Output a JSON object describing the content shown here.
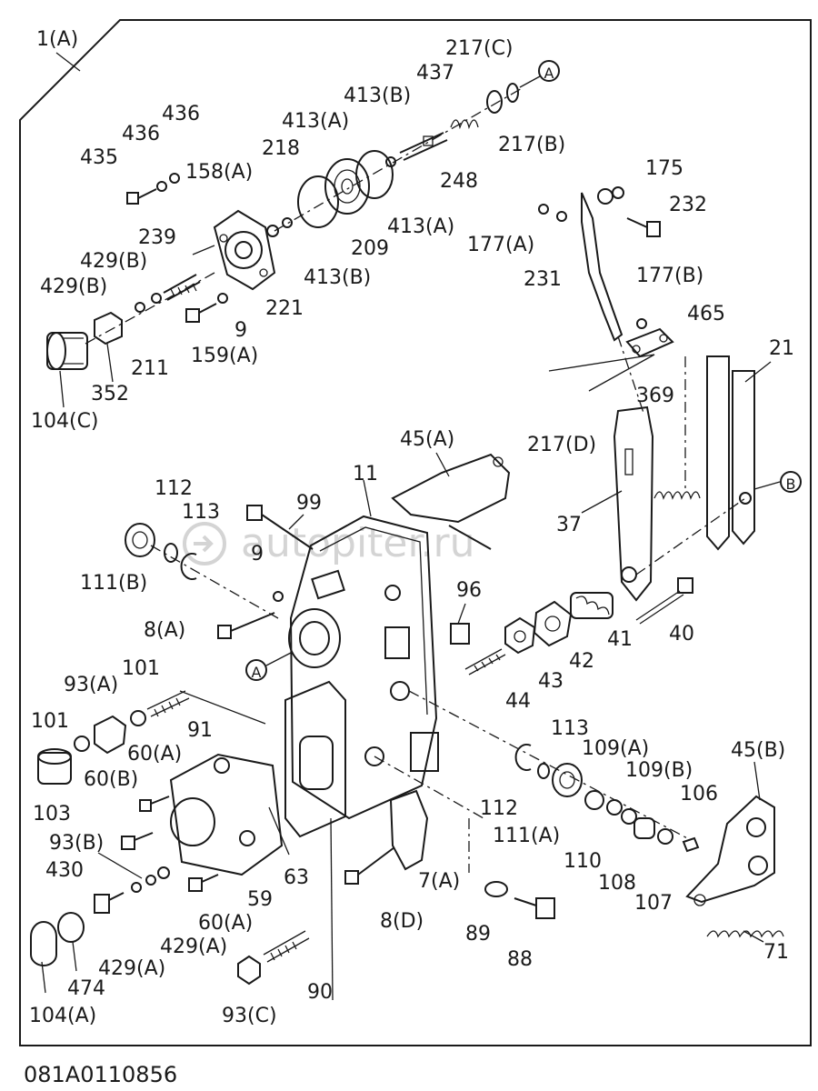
{
  "drawing_number": "081A0110856",
  "assembly_label": "1(A)",
  "watermark": "autopiter.ru",
  "ref_markers": [
    "A",
    "A",
    "B",
    "B"
  ],
  "callouts": [
    "217(C)",
    "437",
    "413(B)",
    "413(A)",
    "436",
    "436",
    "435",
    "218",
    "158(A)",
    "248",
    "217(B)",
    "413(A)",
    "209",
    "413(B)",
    "221",
    "239",
    "429(B)",
    "429(B)",
    "9",
    "211",
    "159(A)",
    "352",
    "104(C)",
    "175",
    "232",
    "177(A)",
    "231",
    "177(B)",
    "465",
    "21",
    "369",
    "217(D)",
    "45(A)",
    "112",
    "113",
    "99",
    "11",
    "111(B)",
    "9",
    "37",
    "96",
    "8(A)",
    "41",
    "40",
    "42",
    "43",
    "44",
    "101",
    "93(A)",
    "101",
    "91",
    "113",
    "109(A)",
    "60(A)",
    "109(B)",
    "45(B)",
    "60(B)",
    "103",
    "112",
    "106",
    "111(A)",
    "93(B)",
    "110",
    "108",
    "107",
    "430",
    "63",
    "59",
    "7(A)",
    "8(D)",
    "60(A)",
    "429(A)",
    "89",
    "71",
    "474",
    "429(A)",
    "88",
    "90",
    "104(A)",
    "93(C)"
  ]
}
